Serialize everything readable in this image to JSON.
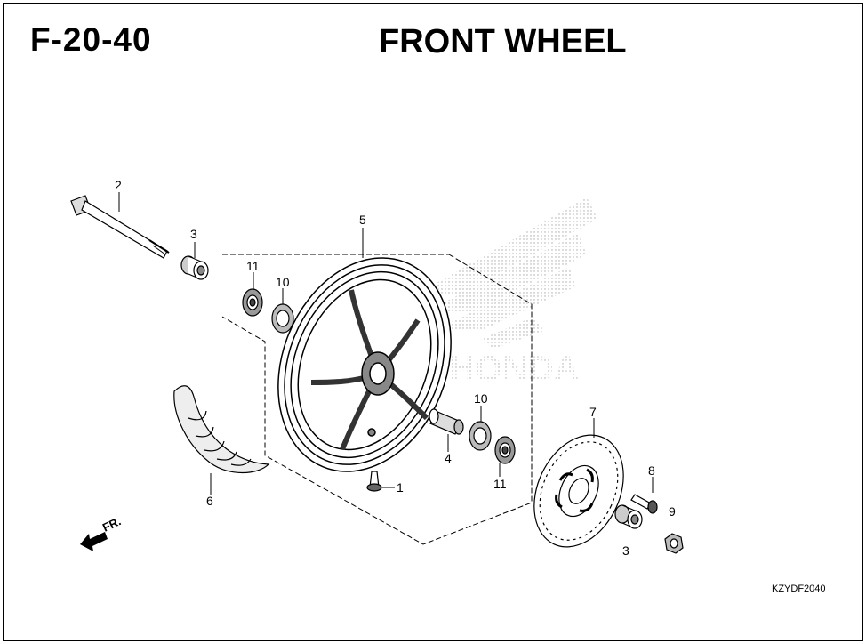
{
  "header": {
    "code": "F-20-40",
    "title": "FRONT WHEEL"
  },
  "footer": {
    "ref_code": "KZYDF2040"
  },
  "direction": {
    "label": "FR."
  },
  "callouts": [
    "1",
    "2",
    "3",
    "3",
    "4",
    "5",
    "6",
    "7",
    "8",
    "9",
    "10",
    "10",
    "11",
    "11"
  ],
  "watermark": {
    "text": "HONDA"
  }
}
